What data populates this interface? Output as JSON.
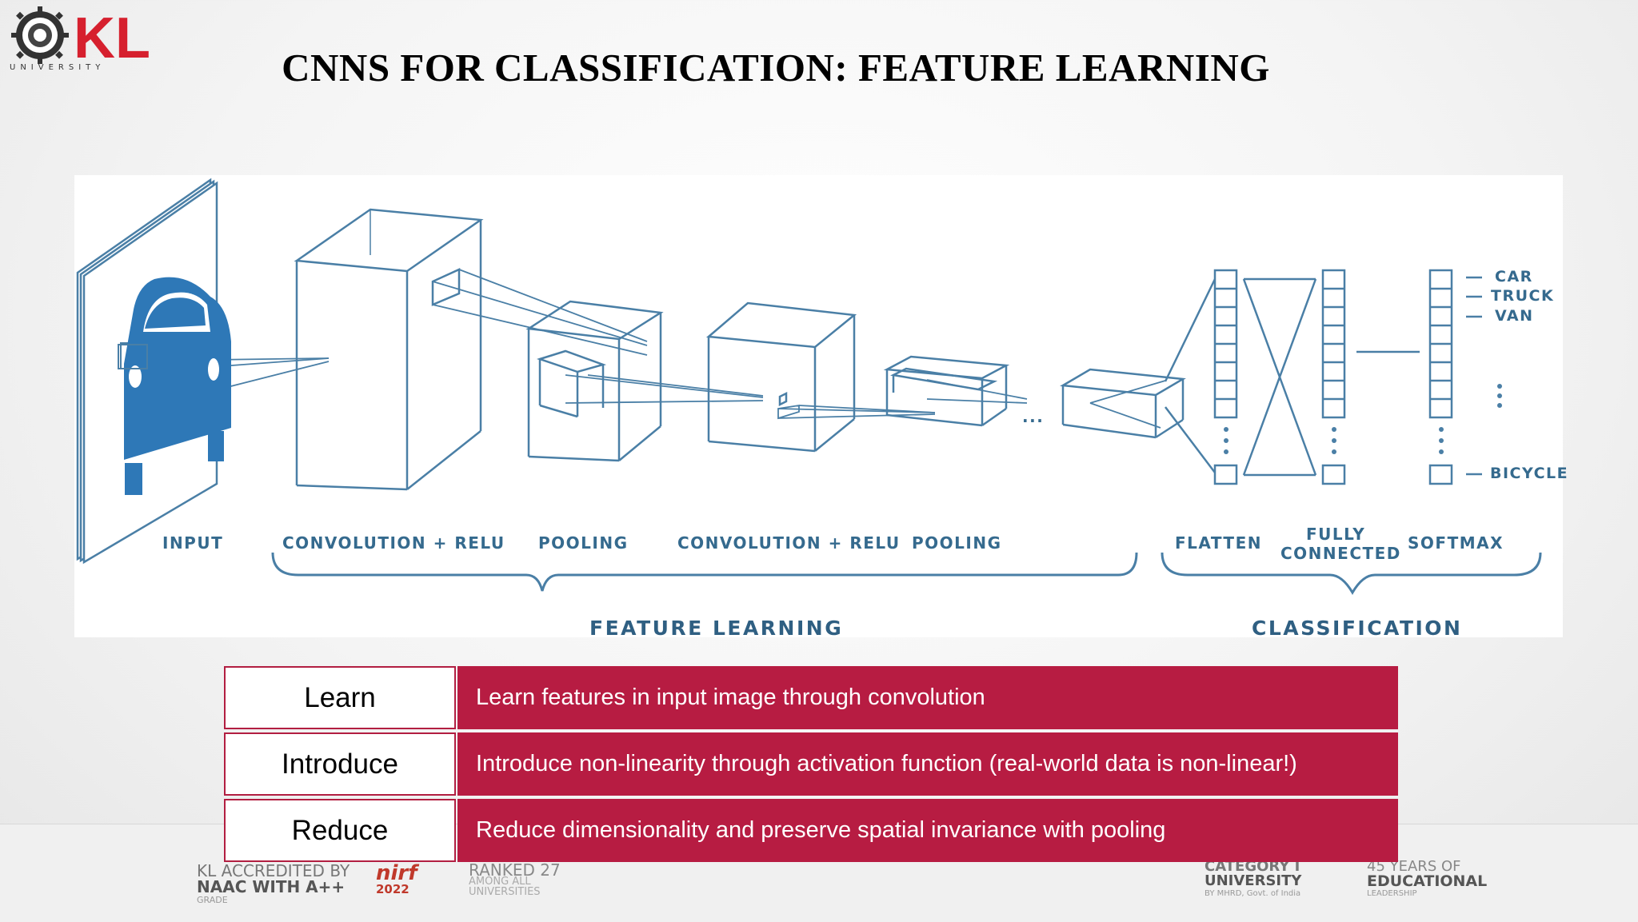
{
  "header": {
    "logo_text": "KL",
    "logo_subtext": "UNIVERSITY",
    "title": "CNNS FOR CLASSIFICATION: FEATURE LEARNING"
  },
  "diagram": {
    "stage_labels": {
      "input": "INPUT",
      "conv1": "CONVOLUTION + RELU",
      "pool1": "POOLING",
      "conv2": "CONVOLUTION + RELU",
      "pool2": "POOLING",
      "flatten": "FLATTEN",
      "fully_connected_1": "FULLY",
      "fully_connected_2": "CONNECTED",
      "softmax": "SOFTMAX"
    },
    "group_labels": {
      "feature_learning": "FEATURE LEARNING",
      "classification": "CLASSIFICATION"
    },
    "classes": [
      "CAR",
      "TRUCK",
      "VAN",
      "BICYCLE"
    ],
    "ellipsis": "..."
  },
  "rows": [
    {
      "term": "Learn",
      "description": "Learn features in input image through convolution"
    },
    {
      "term": "Introduce",
      "description": "Introduce non-linearity through activation function (real-world data is  non-linear!)"
    },
    {
      "term": "Reduce",
      "description": "Reduce dimensionality and preserve spatial invariance with pooling"
    }
  ],
  "footer": {
    "naac_1": "KL ACCREDITED BY",
    "naac_2": "NAAC WITH A++",
    "naac_3": "GRADE",
    "nirf_logo": "nirf",
    "nirf_year": "2022",
    "nirf_rank_1": "RANKED 27",
    "nirf_rank_2": "AMONG ALL",
    "nirf_rank_3": "UNIVERSITIES",
    "category_1": "CATEGORY I",
    "category_2": "UNIVERSITY",
    "category_3": "BY MHRD, Govt. of India",
    "years_1": "45 YEARS OF",
    "years_2": "EDUCATIONAL",
    "years_3": "LEADERSHIP"
  },
  "colors": {
    "brand_red": "#b71c42",
    "diagram_blue": "#356a8e",
    "car_blue": "#2e78b7"
  }
}
